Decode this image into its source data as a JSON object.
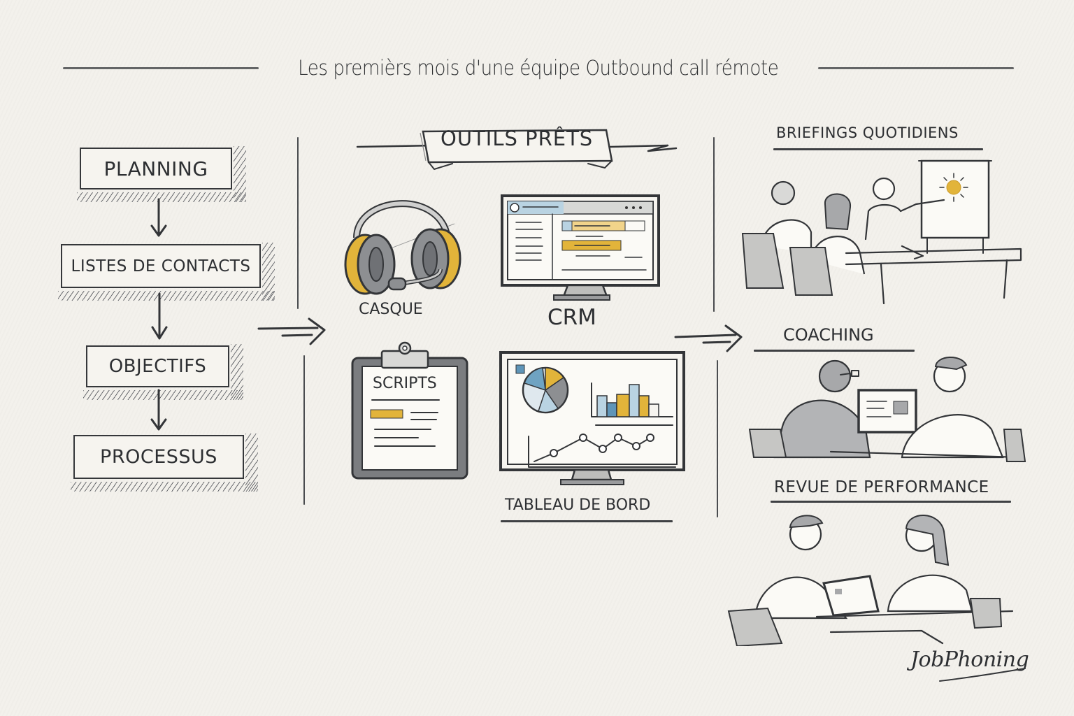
{
  "title": "Les premièrs mois d'une équipe Outbound call rémote",
  "colors": {
    "paper": "#f3f1ec",
    "ink": "#333538",
    "accent_yellow": "#e2b43a",
    "accent_blue": "#6fa3c2",
    "light_blue": "#b9d3e2"
  },
  "left_column": {
    "steps": [
      {
        "label": "PLANNING"
      },
      {
        "label": "LISTES DE CONTACTS"
      },
      {
        "label": "OBJECTIFS"
      },
      {
        "label": "PROCESSUS"
      }
    ]
  },
  "middle_column": {
    "banner": "OUTILS PRÊTS",
    "tools": [
      {
        "label": "CASQUE",
        "icon": "headset-icon"
      },
      {
        "label": "CRM",
        "icon": "crm-monitor-icon"
      },
      {
        "label": "SCRIPTS",
        "icon": "clipboard-icon"
      },
      {
        "label": "TABLEAU DE BORD",
        "icon": "dashboard-monitor-icon"
      }
    ]
  },
  "right_column": {
    "scenes": [
      {
        "label": "BRIEFINGS QUOTIDIENS",
        "illustration": "team-briefing-illustration"
      },
      {
        "label": "COACHING",
        "illustration": "coaching-illustration"
      },
      {
        "label": "REVUE DE PERFORMANCE",
        "illustration": "performance-review-illustration"
      }
    ]
  },
  "signature": "JobPhoning"
}
